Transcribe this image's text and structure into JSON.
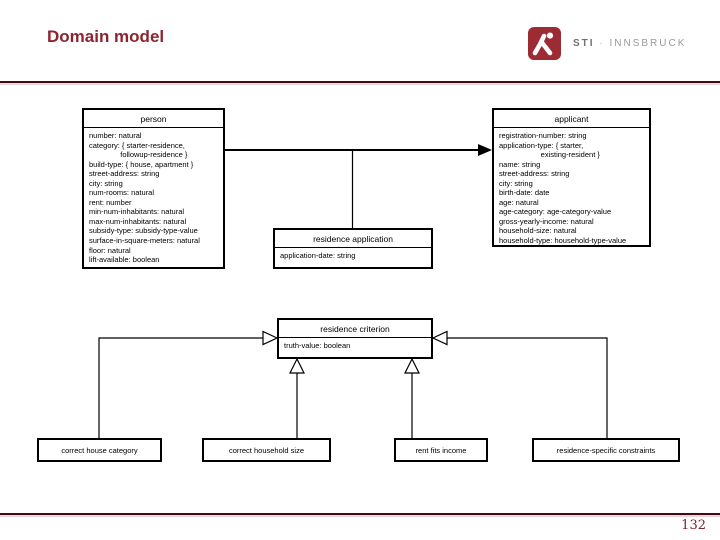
{
  "slide": {
    "title": "Domain model",
    "page_number": "132"
  },
  "logo": {
    "sti": "STI",
    "separator": "·",
    "city": "INNSBRUCK"
  },
  "colors": {
    "title_red": "#8E2430",
    "logo_red": "#9C2B33",
    "rule_dark": "#3E0C16",
    "rule_light": "#EFD4D6",
    "line_black": "#000000"
  },
  "diagram": {
    "person": {
      "title": "person",
      "attributes": [
        "number: natural",
        "category: { starter-residence,",
        "               followup-residence }",
        "build-type: { house, apartment }",
        "street-address: string",
        "city: string",
        "num-rooms: natural",
        "rent: number",
        "min-num-inhabitants: natural",
        "max-num-inhabitants: natural",
        "subsidy-type: subsidy-type-value",
        "surface-in-square-meters: natural",
        "floor: natural",
        "lift-available: boolean"
      ]
    },
    "applicant": {
      "title": "applicant",
      "attributes": [
        "registration-number: string",
        "application-type: { starter,",
        "                    existing-resident }",
        "name: string",
        "street-address: string",
        "city: string",
        "birth-date: date",
        "age: natural",
        "age-category: age-category-value",
        "gross-yearly-income: natural",
        "household-size: natural",
        "household-type: household-type-value"
      ]
    },
    "residence_application": {
      "title": "residence application",
      "attributes": [
        "application-date: string"
      ]
    },
    "residence_criterion": {
      "title": "residence criterion",
      "attributes": [
        "truth-value: boolean"
      ]
    },
    "subclasses": [
      {
        "label": "correct house category"
      },
      {
        "label": "correct household size"
      },
      {
        "label": "rent fits income"
      },
      {
        "label": "residence-specific constraints"
      }
    ]
  }
}
